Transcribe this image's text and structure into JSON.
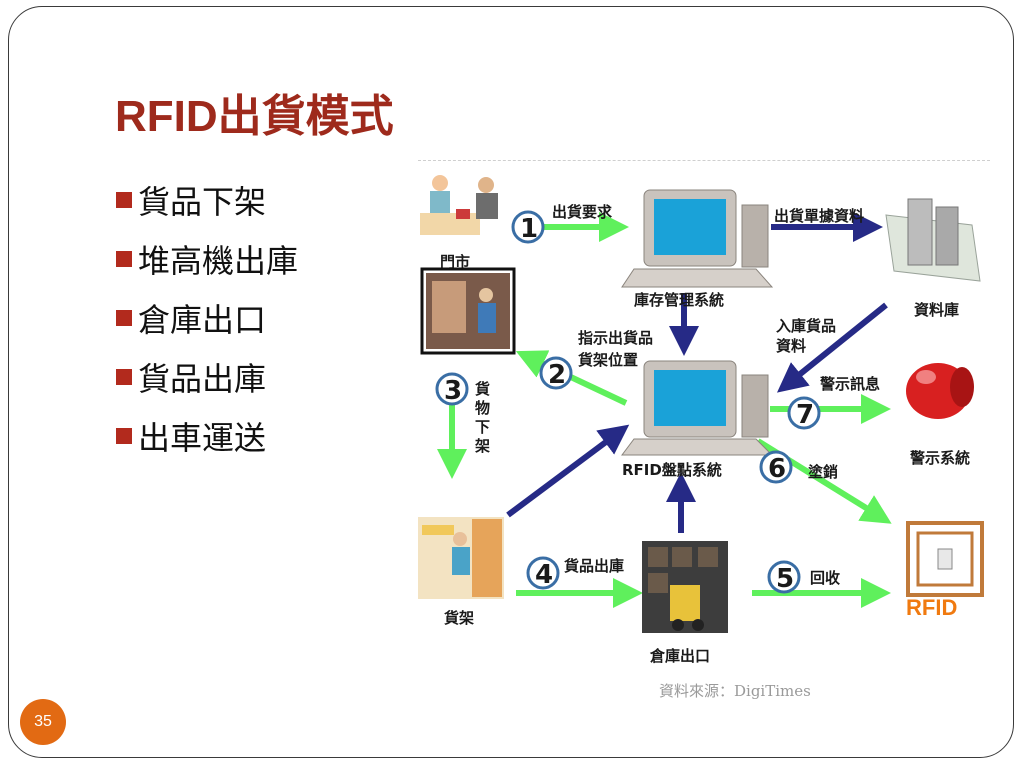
{
  "title": "RFID出貨模式",
  "bullets": [
    "貨品下架",
    "堆高機出庫",
    "倉庫出口",
    "貨品出庫",
    "出車運送"
  ],
  "diagram": {
    "nodes": {
      "store": "門市",
      "inventory_system": "庫存管理系統",
      "database": "資料庫",
      "rfid_system": "RFID盤點系統",
      "alarm_system": "警示系統",
      "shelf": "貨架",
      "warehouse_exit": "倉庫出口",
      "rfid_tag": "RFID"
    },
    "steps": [
      {
        "num": "1",
        "label": "出貨要求"
      },
      {
        "num": "2",
        "label_line1": "指示出貨品",
        "label_line2": "貨架位置"
      },
      {
        "num": "3",
        "label": "貨物下架"
      },
      {
        "num": "4",
        "label": "貨品出庫"
      },
      {
        "num": "5",
        "label": "回收"
      },
      {
        "num": "6",
        "label": "塗銷"
      },
      {
        "num": "7",
        "label": "警示訊息"
      }
    ],
    "db_transfer_label": "出貨單據資料",
    "inbound_line1": "入庫貨品",
    "inbound_line2": "資料"
  },
  "source": "資料來源：DigiTimes",
  "page_number": "35",
  "colors": {
    "title": "#9e2a1c",
    "bullet": "#b22a1d",
    "green_arrow": "#5ff05c",
    "navy_arrow": "#262a86",
    "page_badge": "#e26a13"
  }
}
